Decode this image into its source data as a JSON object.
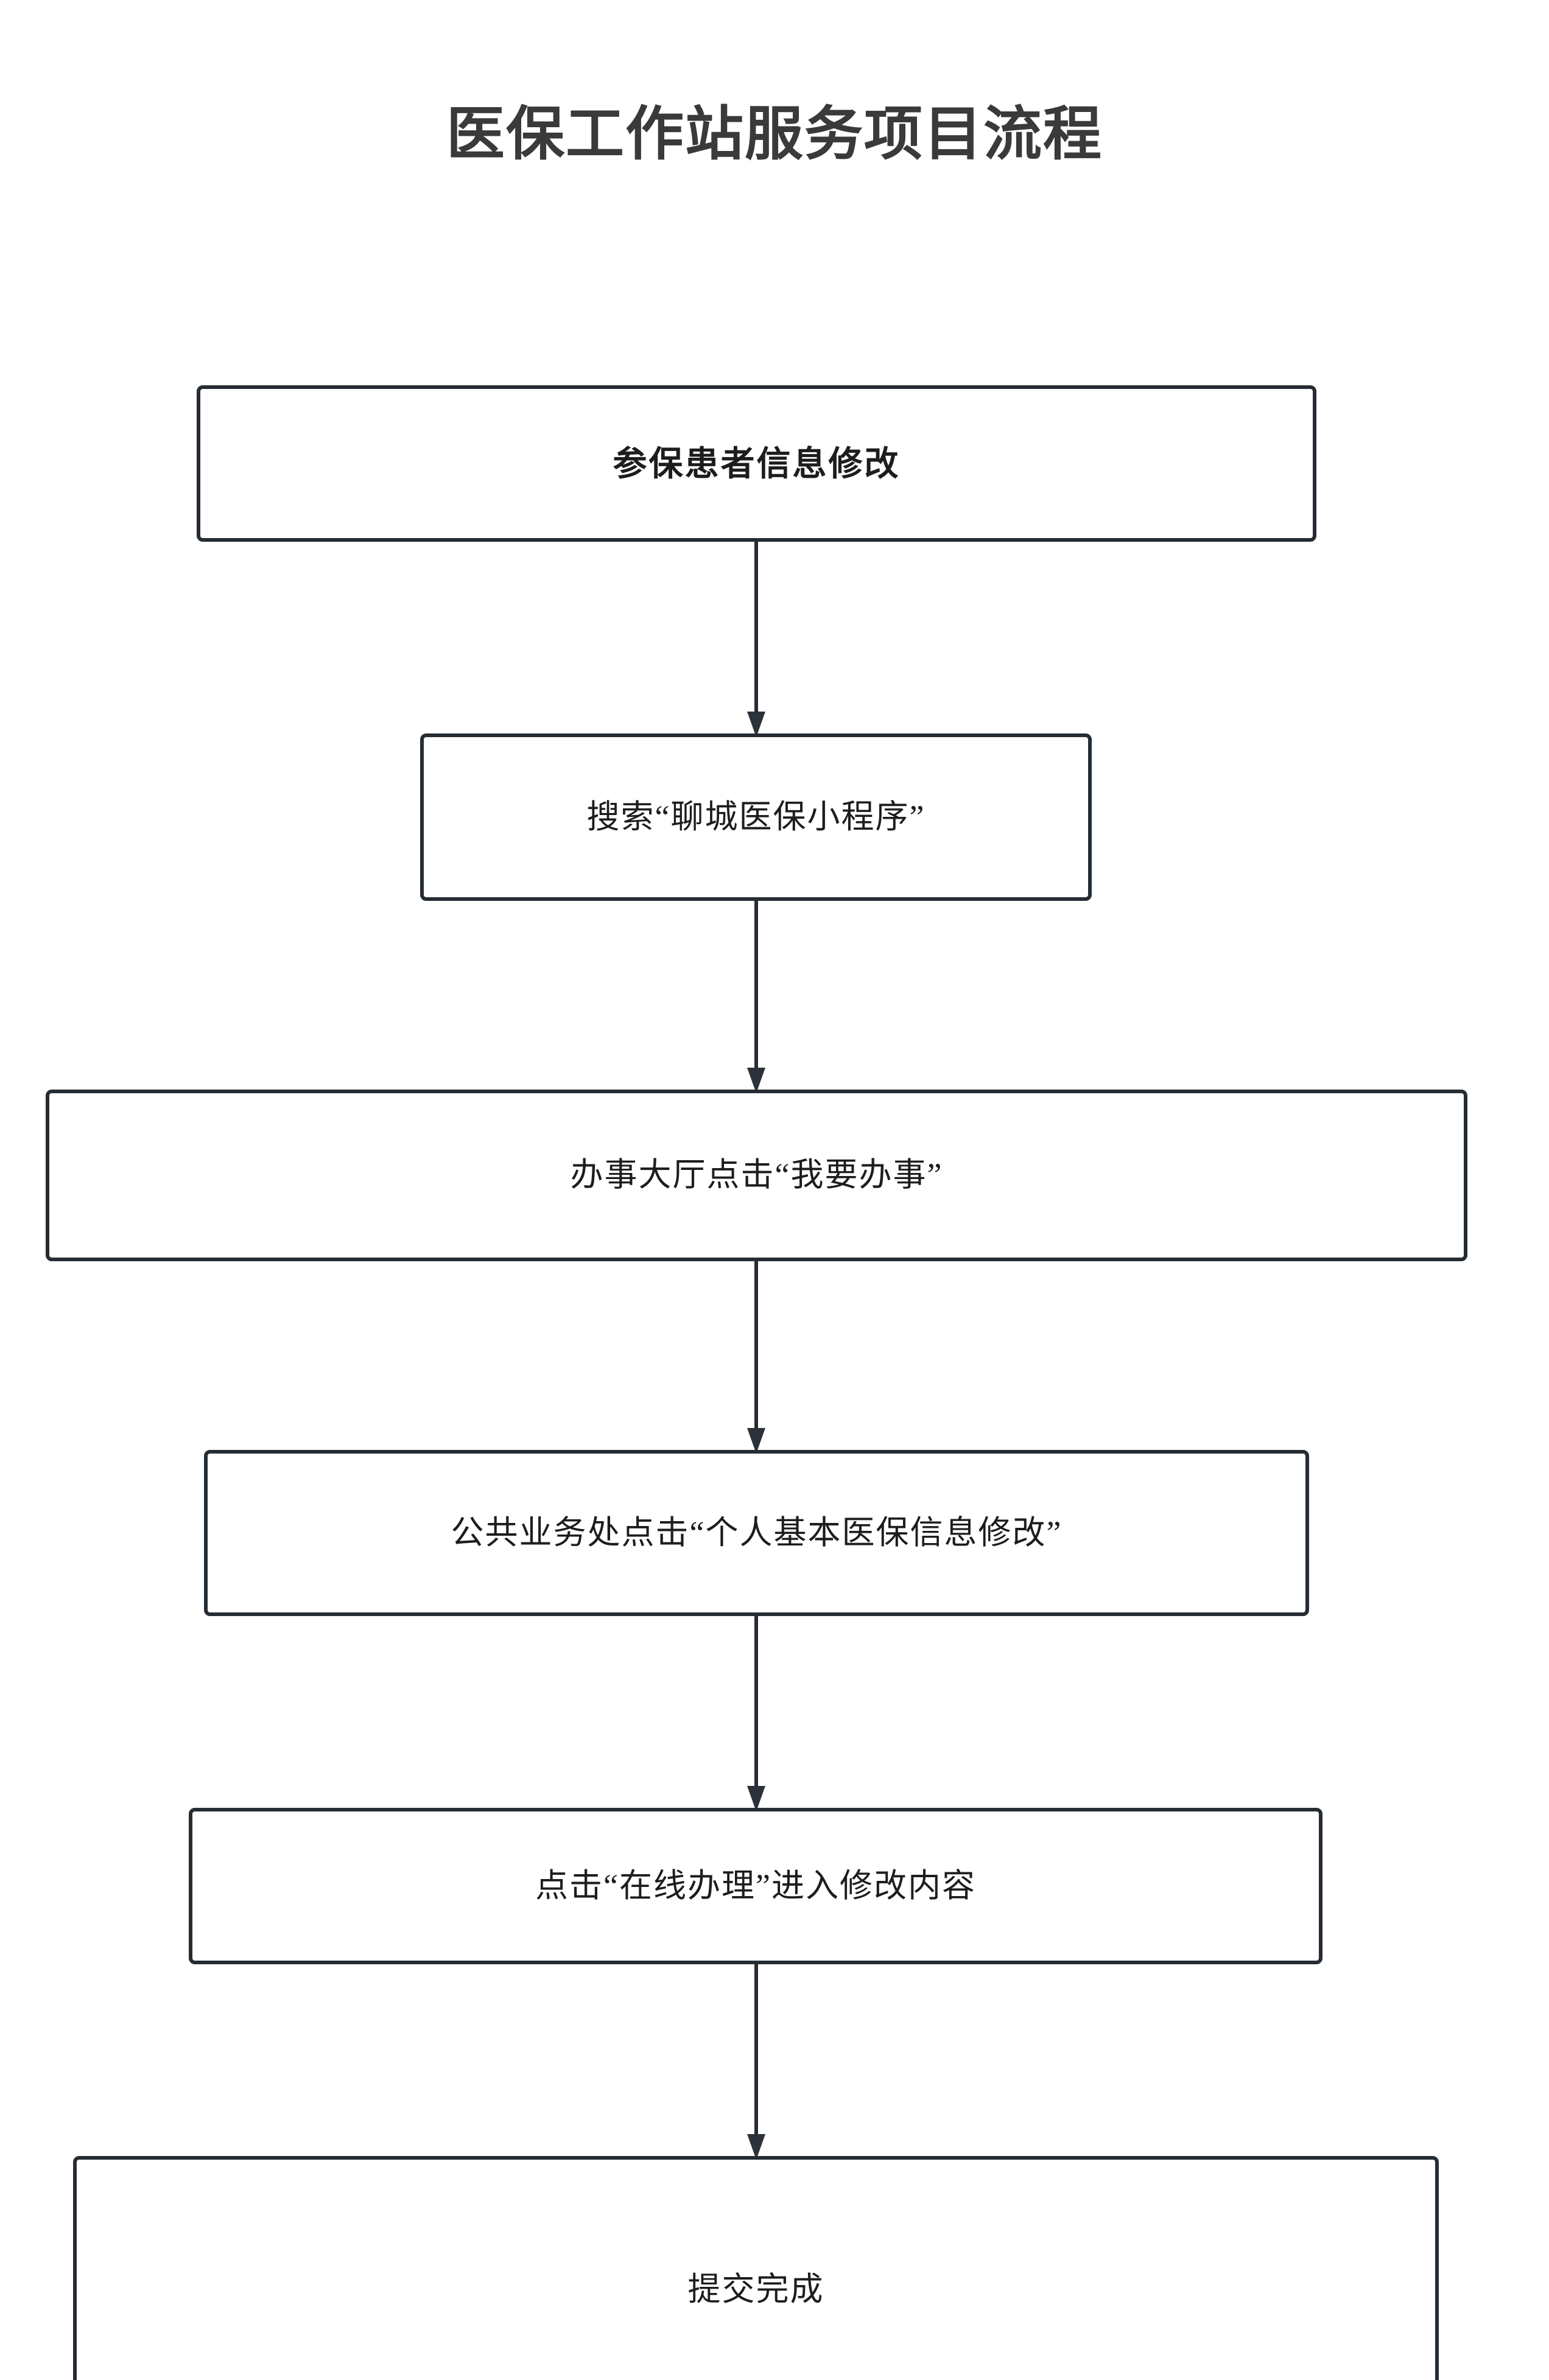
{
  "page": {
    "title": "医保工作站服务项目流程",
    "background_color": "#ffffff",
    "line_color": "#252c33",
    "text_color": "#1d1d1d",
    "title_color": "#3a3a3a"
  },
  "flowchart": {
    "type": "flowchart",
    "orientation": "vertical-top-to-bottom",
    "steps": [
      {
        "index": 1,
        "label": "参保患者信息修改",
        "emphasis": true
      },
      {
        "index": 2,
        "label": "搜索“聊城医保小程序”",
        "emphasis": false
      },
      {
        "index": 3,
        "label": "办事大厅点击“我要办事”",
        "emphasis": false
      },
      {
        "index": 4,
        "label": "公共业务处点击“个人基本医保信息修改”",
        "emphasis": false
      },
      {
        "index": 5,
        "label": "点击“在线办理”进入修改内容",
        "emphasis": false
      },
      {
        "index": 6,
        "label": "提交完成",
        "emphasis": false
      }
    ],
    "connectors": [
      {
        "from": 1,
        "to": 2,
        "arrow": "down"
      },
      {
        "from": 2,
        "to": 3,
        "arrow": "down"
      },
      {
        "from": 3,
        "to": 4,
        "arrow": "down"
      },
      {
        "from": 4,
        "to": 5,
        "arrow": "down"
      },
      {
        "from": 5,
        "to": 6,
        "arrow": "down"
      }
    ]
  }
}
